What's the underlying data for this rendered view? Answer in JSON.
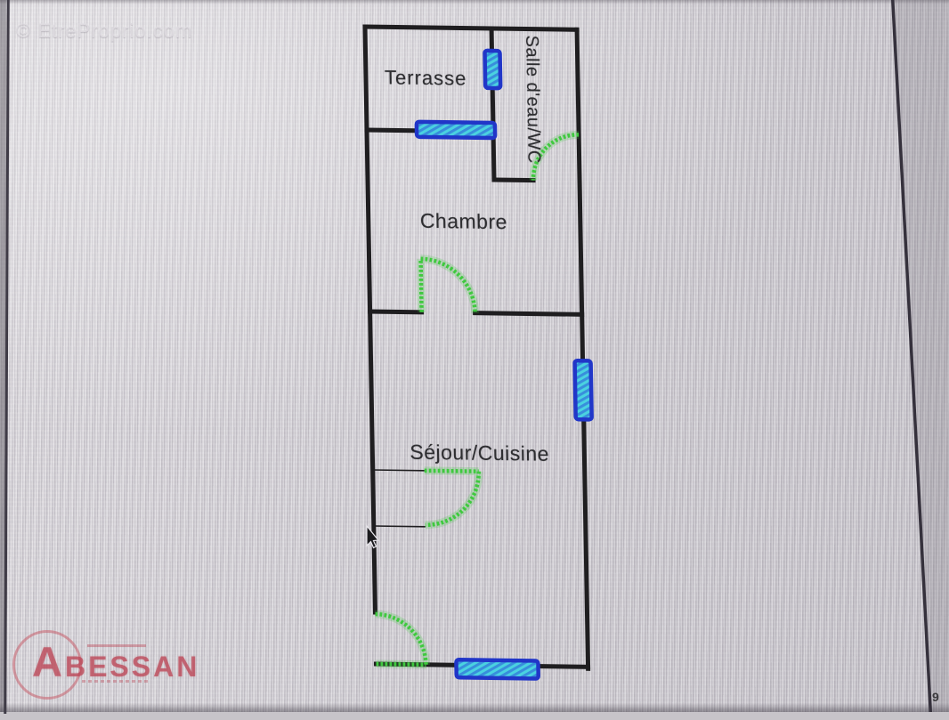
{
  "photo": {
    "watermark_text": "© EtreProprio.com",
    "corner_glyph": "9"
  },
  "floorplan": {
    "rooms": [
      {
        "label": "Terrasse"
      },
      {
        "label": "Salle d'eau/WC"
      },
      {
        "label": "Chambre"
      },
      {
        "label": "Séjour/Cuisine"
      }
    ],
    "features": {
      "windows_count": 4,
      "doors_count": 4
    },
    "colors": {
      "wall": "#1f1e20",
      "door_swing": "#3fc93f",
      "window_frame": "#2136c8",
      "window_glass": "#4ad2e0"
    }
  },
  "branding": {
    "logo_first_letter": "A",
    "logo_rest": "BESSAN",
    "logo_color": "#bc4656"
  },
  "background": {
    "base_color": "#cfccd2"
  }
}
